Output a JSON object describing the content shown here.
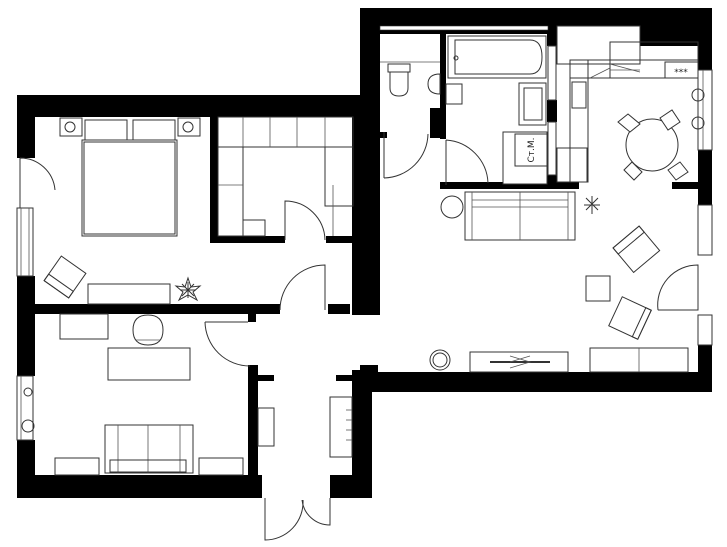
{
  "plan": {
    "type": "apartment-floor-plan",
    "wall_color": "#000000",
    "background": "#ffffff",
    "rooms": [
      {
        "id": "bedroom",
        "furniture": [
          "double-bed",
          "nightstand",
          "nightstand",
          "armchair",
          "dresser",
          "potted-plant"
        ]
      },
      {
        "id": "walk-in-closet",
        "furniture": [
          "wardrobe-shelves"
        ]
      },
      {
        "id": "office",
        "furniture": [
          "desk",
          "office-chair",
          "side-cabinet",
          "sofa",
          "side-table",
          "side-table",
          "potted-plant"
        ]
      },
      {
        "id": "toilet",
        "furniture": [
          "toilet",
          "sink"
        ]
      },
      {
        "id": "bathroom",
        "furniture": [
          "bathtub",
          "sink-cabinet",
          "washing-machine"
        ]
      },
      {
        "id": "kitchen",
        "furniture": [
          "kitchen-counter",
          "stove",
          "sink",
          "fridge",
          "round-dining-table",
          "dining-chair",
          "dining-chair",
          "dining-chair",
          "dining-chair",
          "potted-plant",
          "potted-plant"
        ]
      },
      {
        "id": "living-room",
        "furniture": [
          "sofa",
          "round-side-table",
          "floor-lamp",
          "armchair",
          "armchair",
          "coffee-table",
          "tv-stand",
          "sideboard",
          "plant"
        ]
      },
      {
        "id": "hallway",
        "furniture": [
          "shoe-cabinet",
          "coat-rack"
        ]
      }
    ],
    "labels": {
      "washing_machine": "Ст.М.",
      "stove": "***"
    }
  }
}
